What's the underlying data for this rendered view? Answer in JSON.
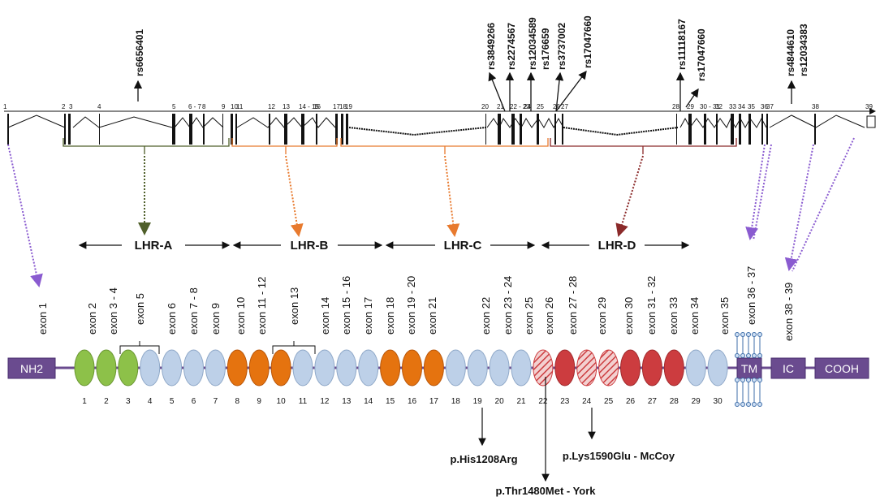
{
  "snps": [
    "rs6656401",
    "rs3849266",
    "rs2274567",
    "rs12034589",
    "rs176659",
    "rs3737002",
    "rs17047660",
    "rs11118167",
    "rs17047660",
    "rs4844610",
    "rs12034383"
  ],
  "gene_exon_numbers": [
    "1",
    "2",
    "3",
    "4",
    "5",
    "6 - 7",
    "8",
    "9",
    "10",
    "11",
    "12",
    "13",
    "14 - 15",
    "16",
    "17",
    "18",
    "19",
    "20",
    "21",
    "22 - 23",
    "24",
    "25",
    "26",
    "27",
    "28",
    "29",
    "30 - 31",
    "32",
    "33",
    "34",
    "35",
    "36",
    "37",
    "38",
    "39"
  ],
  "domains": [
    "LHR-A",
    "LHR-B",
    "LHR-C",
    "LHR-D"
  ],
  "exon_labels": [
    "exon 1",
    "exon 2",
    "exon 3 - 4",
    "exon 5",
    "exon 6",
    "exon 7 - 8",
    "exon 9",
    "exon 10",
    "exon 11 - 12",
    "exon 13",
    "exon 14",
    "exon 15 - 16",
    "exon 17",
    "exon 18",
    "exon 19 - 20",
    "exon 21",
    "exon 22",
    "exon 23 - 24",
    "exon 25",
    "exon 26",
    "exon 27 - 28",
    "exon 29",
    "exon 30",
    "exon 31 - 32",
    "exon 33",
    "exon 34",
    "exon 35",
    "exon 36 - 37",
    "exon 38 - 39"
  ],
  "protein_boxes": {
    "nh2": "NH2",
    "tm": "TM",
    "ic": "IC",
    "cooh": "COOH"
  },
  "repeat_numbers": [
    "1",
    "2",
    "3",
    "4",
    "5",
    "6",
    "7",
    "8",
    "9",
    "10",
    "11",
    "12",
    "13",
    "14",
    "15",
    "16",
    "17",
    "18",
    "19",
    "20",
    "21",
    "22",
    "23",
    "24",
    "25",
    "26",
    "27",
    "28",
    "29",
    "30"
  ],
  "mutations": [
    "p.His1208Arg",
    "p.Thr1480Met - York",
    "p.Lys1590Glu - McCoy"
  ],
  "colors": {
    "green": "#8dc149",
    "blue": "#bdd0e8",
    "orange": "#e5730f",
    "red": "#cc3c3f",
    "purple": "#6a4b8f",
    "domain_a": "#4f5f2a",
    "domain_b": "#e87a2e",
    "domain_d": "#8b2a2a",
    "arrow_purple": "#8a5bd0"
  }
}
